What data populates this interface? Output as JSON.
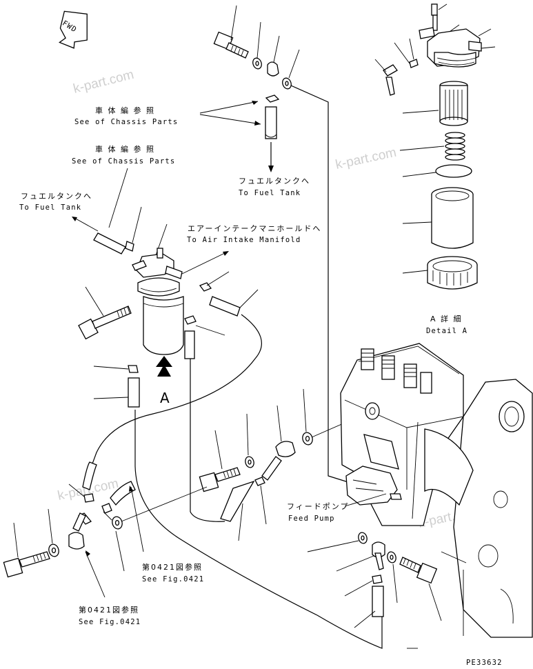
{
  "fwd_badge": "FWD",
  "watermark": "k-part.com",
  "labels": {
    "chassis1_jp": "車 体 編 参 照",
    "chassis1_en": "See of Chassis Parts",
    "chassis2_jp": "車 体 編 参 照",
    "chassis2_en": "See of Chassis Parts",
    "tank_right_jp": "フュエルタンクへ",
    "tank_right_en": "To Fuel Tank",
    "tank_left_jp": "フュエルタンクへ",
    "tank_left_en": "To Fuel Tank",
    "intake_jp": "エアーインテークマニホールドへ",
    "intake_en": "To Air Intake Manifold",
    "detail_jp": "A 詳 細",
    "detail_en": "Detail A",
    "view_letter": "A",
    "pump_jp": "フィードポンプ",
    "pump_en": "Feed Pump",
    "fig1_jp": "第0421図参照",
    "fig1_en": "See Fig.0421",
    "fig2_jp": "第0421図参照",
    "fig2_en": "See Fig.0421",
    "drawing_no": "PE33632"
  }
}
